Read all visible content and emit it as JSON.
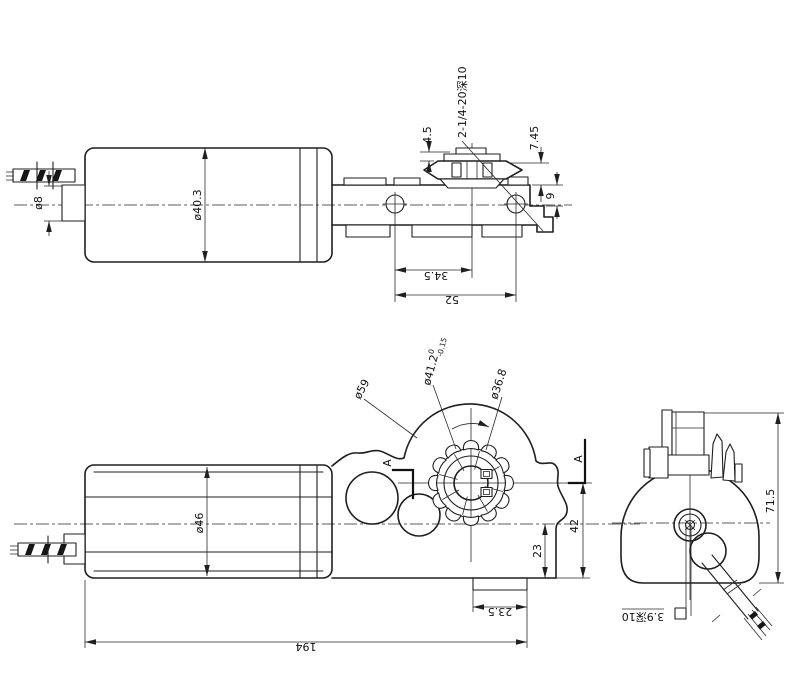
{
  "views": {
    "top": {
      "dia_rear_boss": "ø8",
      "dia_motor_body": "ø40.3",
      "dim_hub_height": "4.5",
      "screw_spec": "2-1/4-20深10",
      "dim_gear_to_flange": "7.45",
      "dim_flange_step": "9",
      "dim_hole_to_gear_center": "34.5",
      "dim_hole_spacing": "52"
    },
    "front": {
      "dia_motor_body": "ø46",
      "dia_housing_boss": "ø59",
      "dia_recess": "ø41.2",
      "recess_tol_upper": "0",
      "recess_tol_lower": "-0.15",
      "dia_gear_tips": "ø36.8",
      "section_label": "A",
      "dim_center_to_base": "23",
      "dim_gear_center_to_base": "42",
      "dim_foot_width": "23.5",
      "dim_overall_length": "194"
    },
    "end": {
      "dim_overall_height": "71.5",
      "dim_slot": "3.9深10"
    }
  },
  "colors": {
    "line": "#1f1f1f",
    "background": "#ffffff"
  }
}
